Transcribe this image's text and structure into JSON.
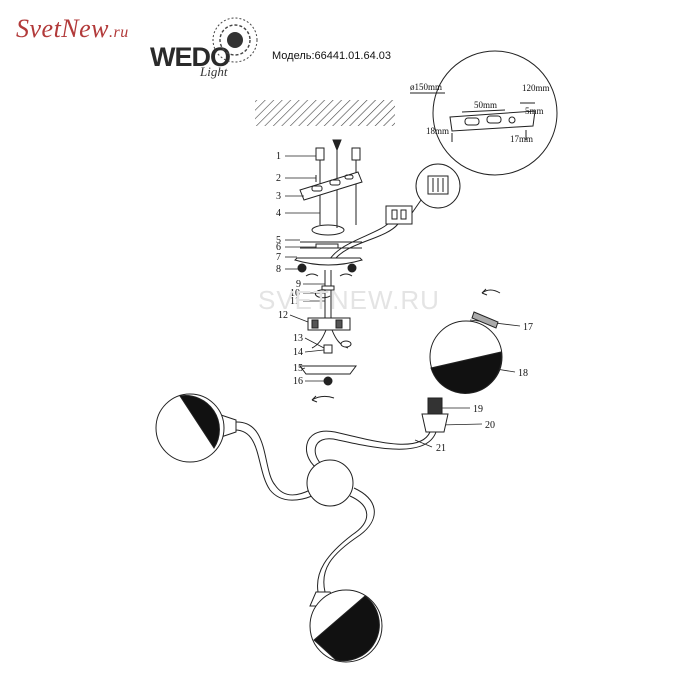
{
  "brand": {
    "watermark_site": "SvetNew",
    "watermark_tld": ".ru",
    "logo_word": "WEDO",
    "logo_sub": "Light",
    "model_label": "Модель:66441.01.64.03"
  },
  "overlay_watermark": "SVETNEW.RU",
  "dimensions": {
    "diameter": "ø150mm",
    "width": "120mm",
    "slot": "50mm",
    "thickness": "5mm",
    "left_height": "18mm",
    "right_height": "17mm"
  },
  "part_numbers": [
    "1",
    "2",
    "3",
    "4",
    "5",
    "6",
    "7",
    "8",
    "9",
    "10",
    "11",
    "12",
    "13",
    "14",
    "15",
    "16",
    "17",
    "18",
    "19",
    "20",
    "21"
  ]
}
